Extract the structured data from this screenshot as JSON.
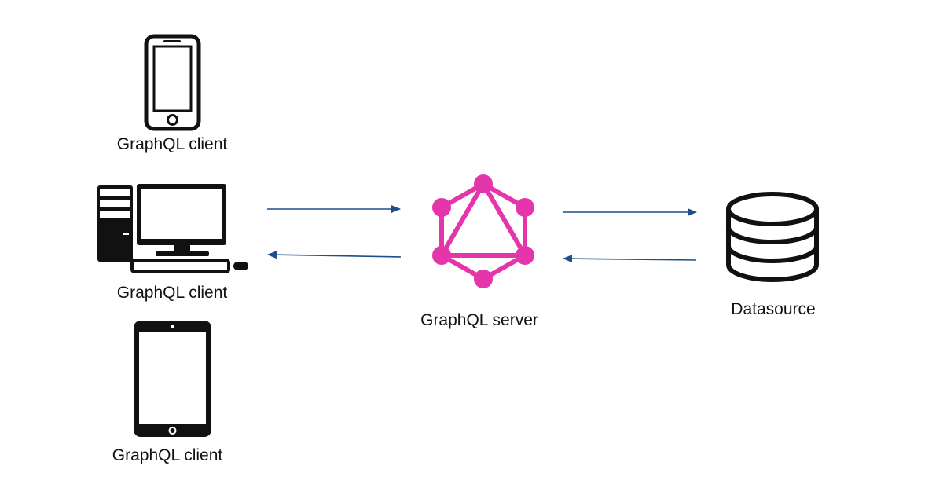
{
  "diagram": {
    "nodes": {
      "phone_client": {
        "label": "GraphQL client",
        "icon": "smartphone-icon"
      },
      "desktop_client": {
        "label": "GraphQL client",
        "icon": "desktop-computer-icon"
      },
      "tablet_client": {
        "label": "GraphQL client",
        "icon": "tablet-icon"
      },
      "server": {
        "label": "GraphQL server",
        "icon": "graphql-logo-icon"
      },
      "datasource": {
        "label": "Datasource",
        "icon": "database-icon"
      }
    },
    "edges": [
      {
        "from": "desktop_client",
        "to": "server"
      },
      {
        "from": "server",
        "to": "desktop_client"
      },
      {
        "from": "server",
        "to": "datasource"
      },
      {
        "from": "datasource",
        "to": "server"
      }
    ],
    "colors": {
      "arrow": "#1f4e8c",
      "graphql": "#e535ab",
      "icon": "#111111"
    }
  }
}
